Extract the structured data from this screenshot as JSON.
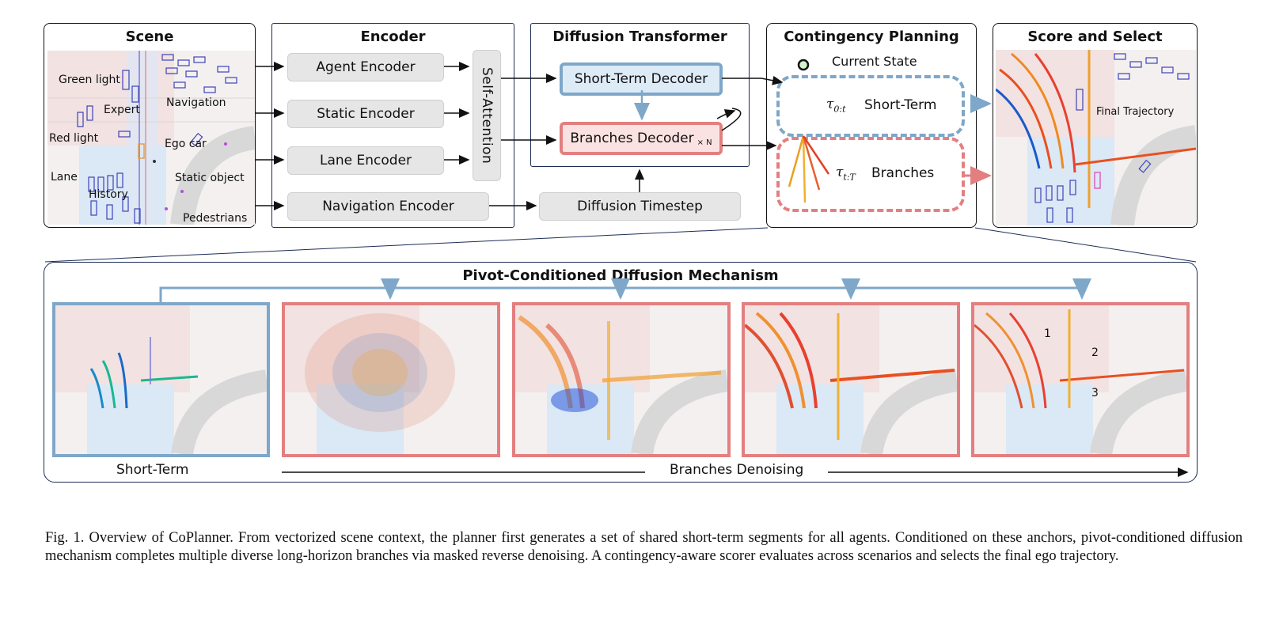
{
  "scene": {
    "title": "Scene",
    "labels": {
      "green_light": "Green light",
      "navigation": "Navigation",
      "expert": "Expert",
      "red_light": "Red light",
      "ego_car": "Ego car",
      "lane": "Lane",
      "static_object": "Static object",
      "history": "History",
      "pedestrians": "Pedestrians"
    }
  },
  "encoder": {
    "title": "Encoder",
    "agent": "Agent Encoder",
    "static": "Static Encoder",
    "lane": "Lane Encoder",
    "navigation": "Navigation Encoder",
    "self_attention": "Self-Attention"
  },
  "diffusion": {
    "title": "Diffusion Transformer",
    "short_term_decoder": "Short-Term Decoder",
    "branches_decoder": "Branches Decoder",
    "branches_multiplier": "× N",
    "timestep": "Diffusion Timestep"
  },
  "contingency": {
    "title": "Contingency Planning",
    "current_state": "Current State",
    "tau_short": "τ",
    "tau_short_sub": "0:t",
    "short_term": "Short-Term",
    "tau_branch": "τ",
    "tau_branch_sub": "t:T",
    "branches": "Branches"
  },
  "score": {
    "title": "Score and Select",
    "final_trajectory": "Final Trajectory"
  },
  "pivot": {
    "title": "Pivot-Conditioned Diffusion Mechanism",
    "short_term": "Short-Term",
    "branches_denoising": "Branches Denoising",
    "candidates": [
      "1",
      "2",
      "3"
    ]
  },
  "caption": "Fig. 1.   Overview of CoPlanner. From vectorized scene context, the planner first generates a set of shared short-term segments for all agents. Conditioned on these anchors, pivot-conditioned diffusion mechanism completes multiple diverse long-horizon branches via masked reverse denoising. A contingency-aware scorer evaluates across scenarios and selects the final ego trajectory.",
  "colors": {
    "short_term": "#7ea7c9",
    "branches": "#e37f80",
    "navy": "#1c2d55"
  }
}
